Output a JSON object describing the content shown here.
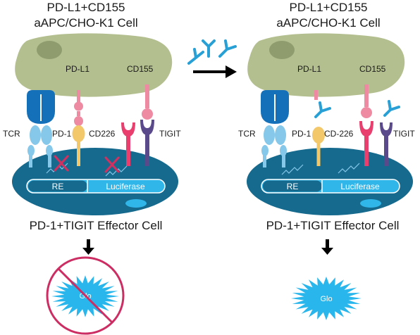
{
  "left": {
    "title_line1": "PD-L1+CD155",
    "title_line2": "aAPC/CHO-K1 Cell",
    "pdl1_label": "PD-L1",
    "cd155_label": "CD155",
    "tcr_label": "TCR",
    "pd1_label": "PD-1",
    "cd226_label": "CD226",
    "tigit_label": "TIGIT",
    "re_label": "RE",
    "luciferase_label": "Luciferase",
    "effector_label": "PD-1+TIGIT Effector Cell",
    "glo_label": "Glo"
  },
  "right": {
    "title_line1": "PD-L1+CD155",
    "title_line2": "aAPC/CHO-K1 Cell",
    "pdl1_label": "PD-L1",
    "cd155_label": "CD155",
    "tcr_label": "TCR",
    "pd1_label": "PD-1",
    "cd226_label": "CD-226",
    "tigit_label": "TIGIT",
    "re_label": "RE",
    "luciferase_label": "Luciferase",
    "effector_label": "PD-1+TIGIT Effector Cell",
    "glo_label": "Glo"
  },
  "colors": {
    "apc_cell": "#b3bf8f",
    "apc_nucleus": "#8f9c6e",
    "effector_cell": "#156a8e",
    "reporter_bar": "#31b6ea",
    "tcr_dark": "#1570ba",
    "tcr_light": "#86c8ea",
    "pd1": "#f3c86a",
    "pdl1": "#ef8aa3",
    "cd226": "#e83f6f",
    "tigit": "#5a4a8c",
    "antibody": "#28a0d6",
    "inhibit_x": "#d32f5f",
    "glo_burst": "#29b6ec",
    "prohibition": "#cc2d62"
  }
}
